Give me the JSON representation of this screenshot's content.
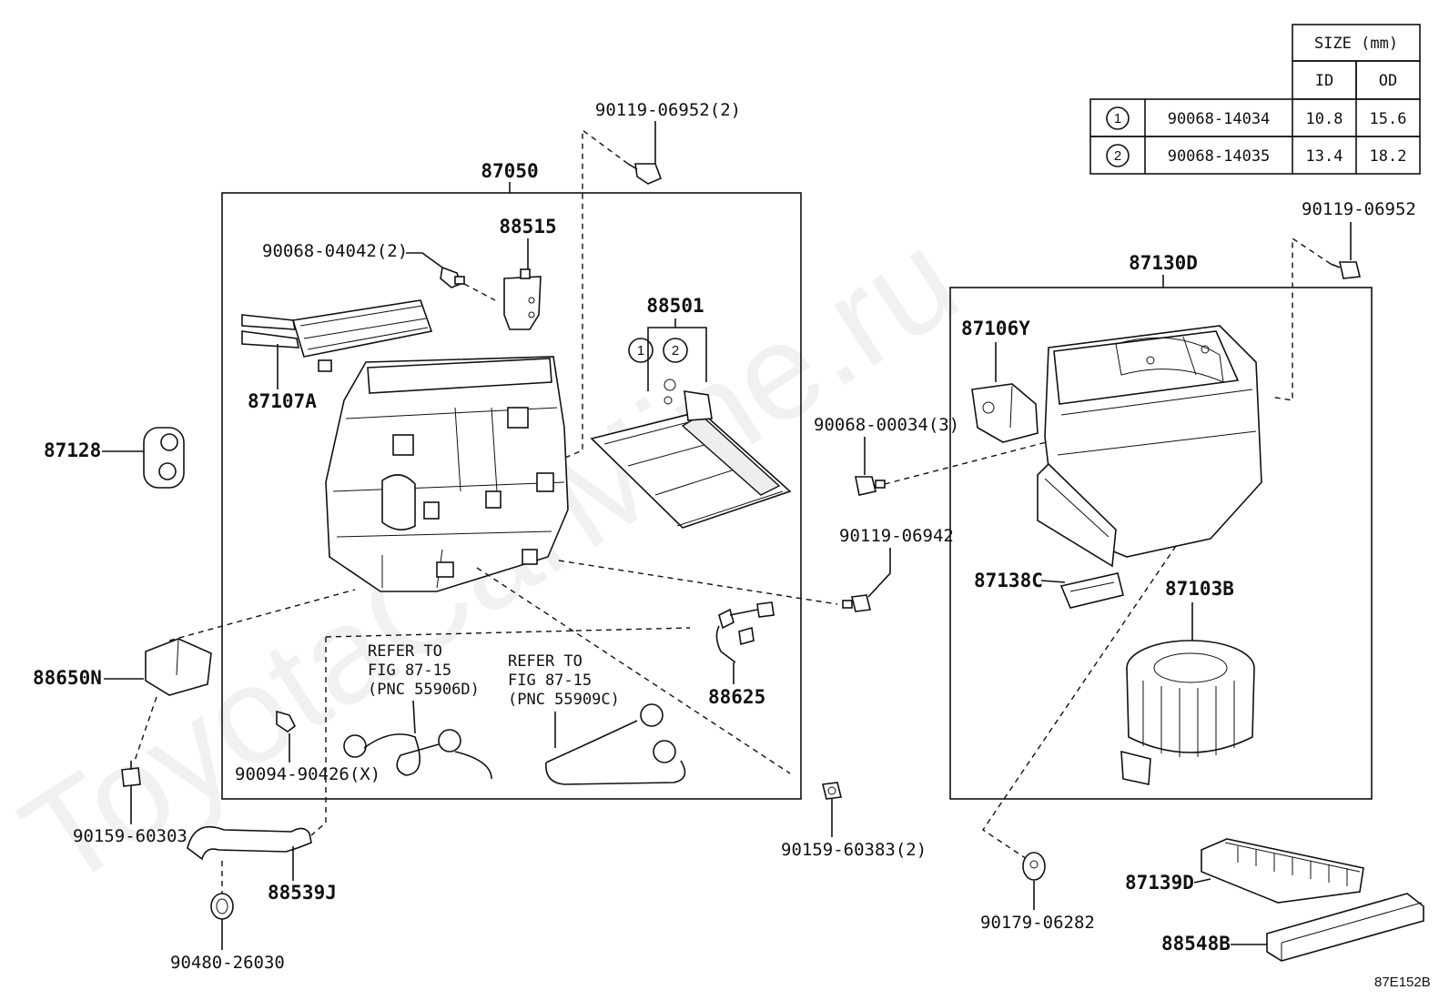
{
  "watermark": "ToyotaCarMine.ru",
  "figure_code": "87E152B",
  "size_table": {
    "header": "SIZE (mm)",
    "col_id": "ID",
    "col_od": "OD",
    "rows": [
      {
        "key": "1",
        "part": "90068-14034",
        "id": "10.8",
        "od": "15.6"
      },
      {
        "key": "2",
        "part": "90068-14035",
        "id": "13.4",
        "od": "18.2"
      }
    ]
  },
  "labels": {
    "p87050": "87050",
    "p88515": "88515",
    "p90068_04042": "90068-04042(2)",
    "p90119_06952_2": "90119-06952(2)",
    "p88501": "88501",
    "p87107A": "87107A",
    "p87128": "87128",
    "p88650N": "88650N",
    "p90159_60303": "90159-60303",
    "p88539J": "88539J",
    "p90480_26030": "90480-26030",
    "p90094_90426": "90094-90426(X)",
    "p88625": "88625",
    "p90159_60383": "90159-60383(2)",
    "p90068_00034": "90068-00034(3)",
    "p90119_06942": "90119-06942",
    "p87130D": "87130D",
    "p90119_06952": "90119-06952",
    "p87106Y": "87106Y",
    "p87138C": "87138C",
    "p87103B": "87103B",
    "p90179_06282": "90179-06282",
    "p87139D": "87139D",
    "p88548B": "88548B",
    "circle1": "1",
    "circle2": "2"
  },
  "refer_a": {
    "line1": "REFER TO",
    "line2": "FIG 87-15",
    "line3": "(PNC 55906D)"
  },
  "refer_b": {
    "line1": "REFER TO",
    "line2": "FIG 87-15",
    "line3": "(PNC 55909C)"
  }
}
